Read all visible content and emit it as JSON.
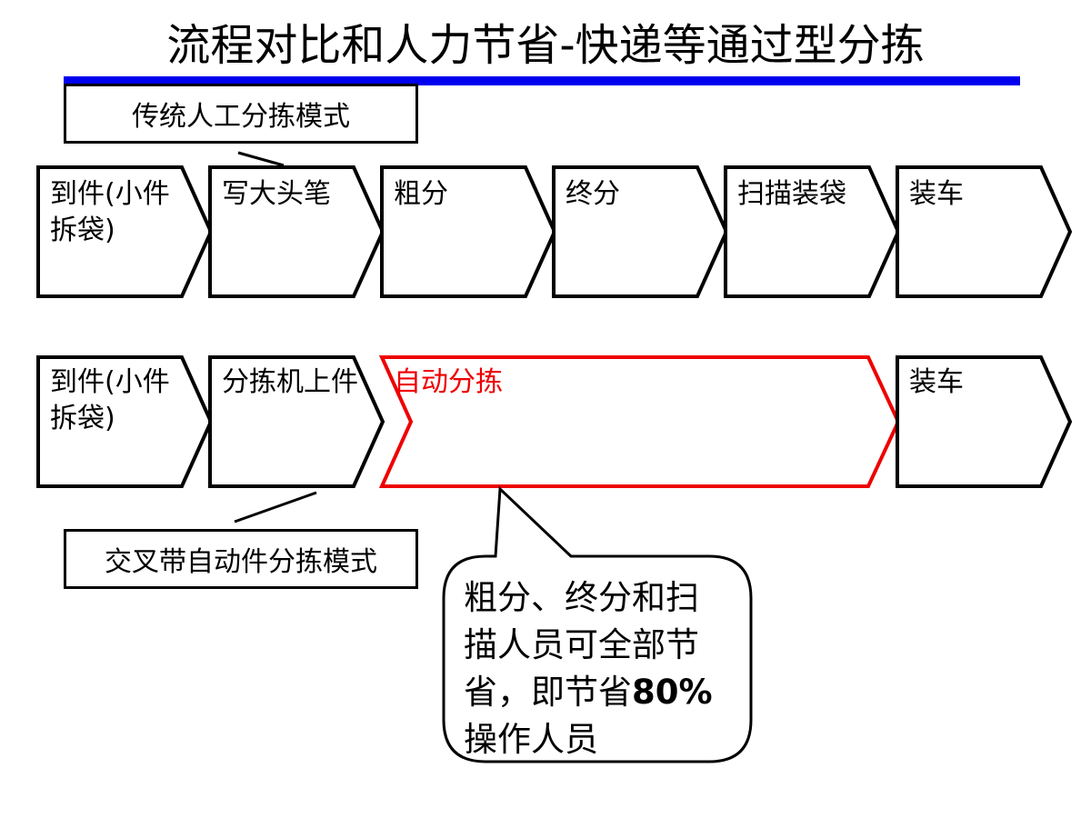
{
  "title": "流程对比和人力节省-快递等通过型分拣",
  "colors": {
    "title_rule": "#0000ee",
    "highlight": "#ee0000"
  },
  "traditional": {
    "label": "传统人工分拣模式",
    "steps": [
      "到件(小件拆袋)",
      "写大头笔",
      "粗分",
      "终分",
      "扫描装袋",
      "装车"
    ]
  },
  "automatic": {
    "label": "交叉带自动件分拣模式",
    "steps": [
      "到件(小件拆袋)",
      "分拣机上件",
      "自动分拣",
      "装车"
    ]
  },
  "callout": {
    "text_before": "粗分、终分和扫描人员可全部节省，即节省",
    "bold": "80%",
    "text_after": "操作人员"
  }
}
